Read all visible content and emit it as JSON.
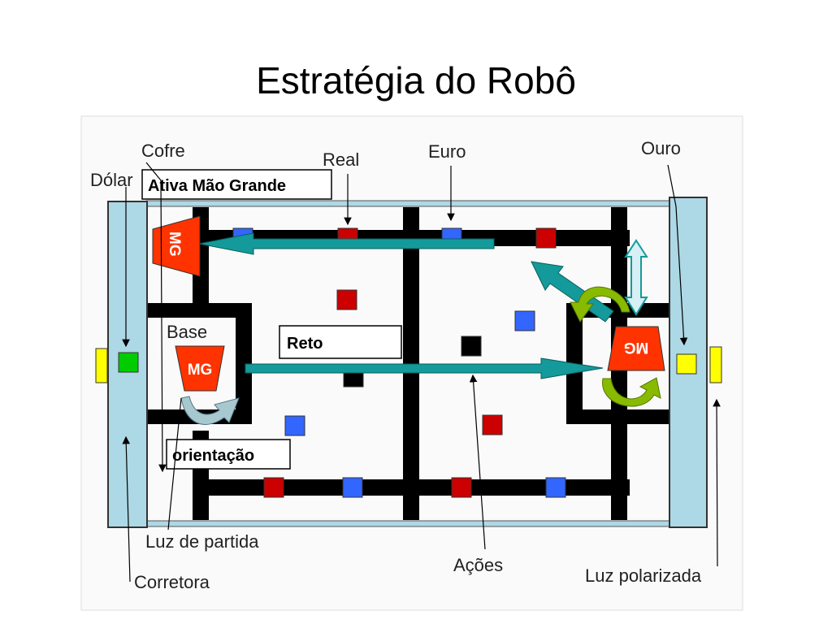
{
  "slide": {
    "title": "Estratégia do Robô"
  },
  "labels": {
    "cofre": "Cofre",
    "dolar": "Dólar",
    "real": "Real",
    "euro": "Euro",
    "ouro": "Ouro",
    "base": "Base",
    "luz_partida": "Luz de partida",
    "corretora": "Corretora",
    "acoes": "Ações",
    "luz_polarizada": "Luz polarizada"
  },
  "callouts": {
    "ativa": "Ativa Mão Grande",
    "reto": "Reto",
    "orientacao": "orientação"
  },
  "robot": {
    "left_top": "MG",
    "left_base": "MG",
    "right": "MG",
    "body_color": "#ff3300"
  },
  "colors": {
    "track": "#000000",
    "wall": "#add8e6",
    "arrow": "#149a9a",
    "token_red": "#cc0000",
    "token_blue": "#3366ff",
    "green": "#00cc00",
    "yellow": "#ffff00",
    "turn_arrow": "#88bb00"
  }
}
